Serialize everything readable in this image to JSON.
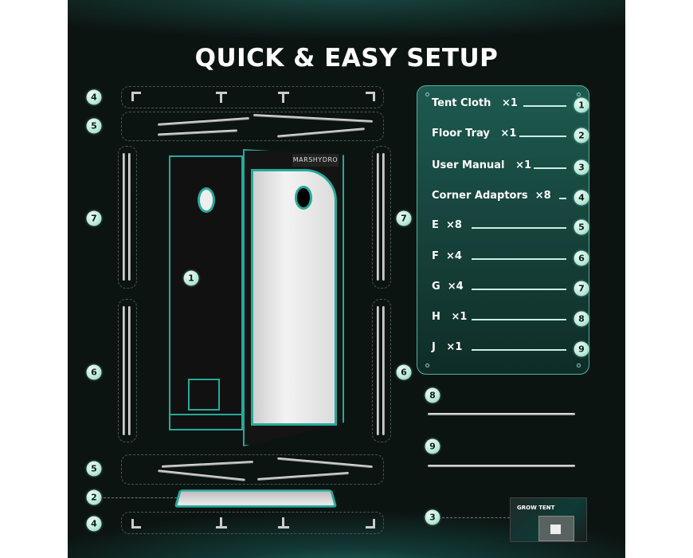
{
  "title": "QUICK & EASY SETUP",
  "brand_logo": "MARSHYDRO",
  "legend": [
    {
      "label": "Tent Cloth",
      "qty": "×1",
      "num": "1"
    },
    {
      "label": "Floor Tray",
      "qty": "×1",
      "num": "2"
    },
    {
      "label": "User Manual",
      "qty": "×1",
      "num": "3"
    },
    {
      "label": "Corner Adaptors",
      "qty": "×8",
      "num": "4"
    },
    {
      "label": "E",
      "qty": "×8",
      "num": "5"
    },
    {
      "label": "F",
      "qty": "×4",
      "num": "6"
    },
    {
      "label": "G",
      "qty": "×4",
      "num": "7"
    },
    {
      "label": "H",
      "qty": "×1",
      "num": "8"
    },
    {
      "label": "J",
      "qty": "×1",
      "num": "9"
    }
  ],
  "callouts": {
    "top_corners": "4",
    "top_rods": "5",
    "left_g": "7",
    "left_f": "6",
    "right_g": "7",
    "right_f": "6",
    "tent": "1",
    "bottom_rods": "5",
    "tray": "2",
    "bottom_corners": "4",
    "h": "8",
    "j": "9",
    "manual": "3"
  },
  "manual": {
    "title": "GROW TENT"
  },
  "colors": {
    "accent": "#27a99a",
    "background": "#0c1412",
    "badge": "#b5e8d6"
  }
}
